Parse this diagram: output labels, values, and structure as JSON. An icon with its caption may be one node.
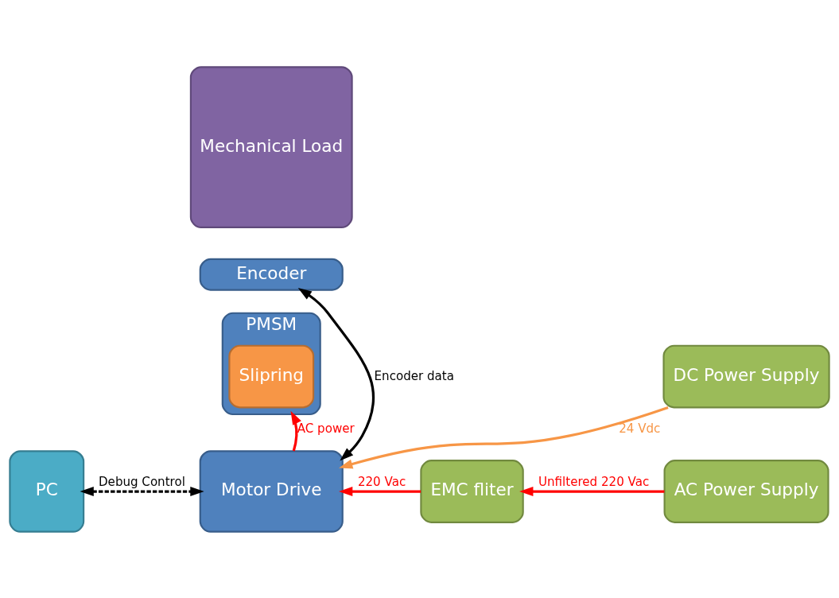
{
  "diagram": {
    "nodes": [
      {
        "text": [
          "Mechanical Load"
        ]
      },
      {
        "text": [
          "Encoder"
        ]
      },
      {
        "text": [
          "PMSM"
        ]
      },
      {
        "text": [
          "Slipring"
        ],
        "in": 2
      },
      {
        "text": [
          "PC"
        ]
      },
      {
        "text": [
          "Motor Drive"
        ]
      },
      {
        "text": [
          "DC Power Supply"
        ]
      },
      {
        "text": [
          "AC Power Supply"
        ]
      },
      {
        "text": [
          "EMC fliter"
        ]
      }
    ],
    "edges": [
      {
        "from": 5,
        "to": 2,
        "arrow": "to",
        "label": "AC power"
      },
      {
        "from": 5,
        "to": 1,
        "arrow": "both",
        "label": "Encoder data",
        "color": "#000000"
      },
      {
        "from": 4,
        "to": 5,
        "arrow": "both",
        "label": "Debug Control",
        "style": "dashed",
        "color": "#000000"
      },
      {
        "from": 6,
        "to": 5,
        "arrow": "to",
        "label": "24 Vdc",
        "color": "#f79646"
      },
      {
        "from": 7,
        "to": 8,
        "arrow": "to",
        "label": "Unfiltered 220 Vac"
      },
      {
        "from": 8,
        "to": 5,
        "arrow": "to",
        "label": "220 Vac"
      }
    ]
  }
}
